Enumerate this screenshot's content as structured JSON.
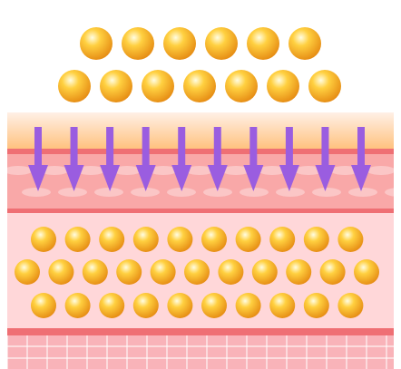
{
  "diagram": {
    "type": "skin-absorption-illustration",
    "colors": {
      "background": "#ffffff",
      "top_band_light": "#fff0e6",
      "top_band_orange": "#ffc07a",
      "epidermis_pink": "#f9a8a8",
      "epidermis_line": "#ef6f74",
      "dermis_light": "#ffd7d9",
      "grid_band": "#f9b3b9",
      "grid_line": "#ffffff",
      "arrow": "#9a5de0",
      "sphere_highlight": "#fffde3",
      "sphere_mid": "#ffd040",
      "sphere_edge": "#e58a12"
    },
    "above_skin": {
      "row_counts": [
        6,
        7
      ]
    },
    "arrows": {
      "count": 10,
      "direction": "down"
    },
    "in_skin": {
      "row_counts": [
        10,
        11,
        10
      ]
    }
  }
}
